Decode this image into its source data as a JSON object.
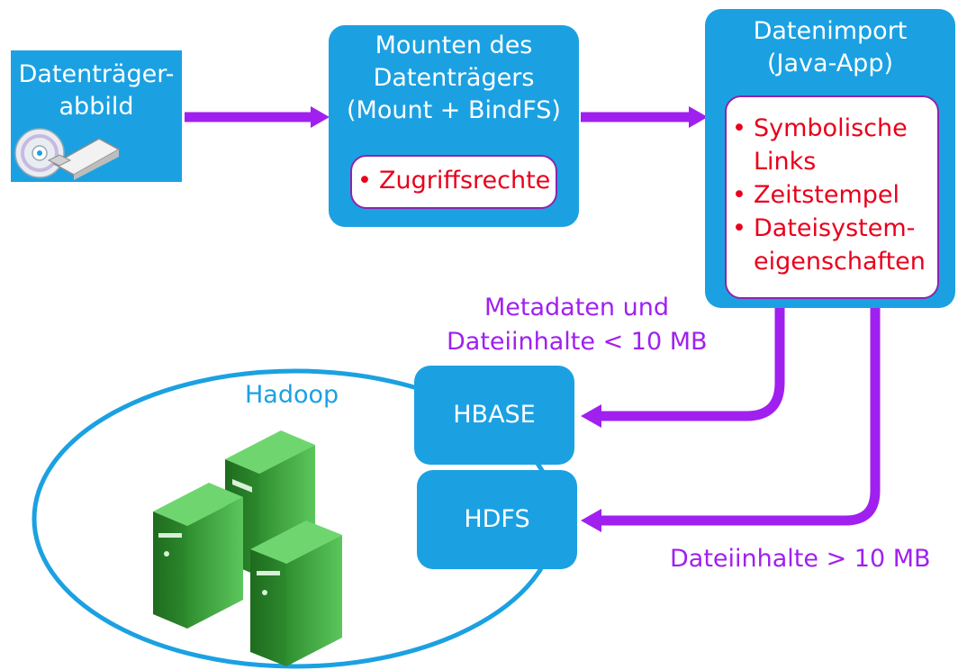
{
  "source": {
    "title_line1": "Datenträger-",
    "title_line2": "abbild"
  },
  "mount": {
    "title_line1": "Mounten des",
    "title_line2": "Datenträgers",
    "title_line3": "(Mount + BindFS)",
    "items": [
      "Zugriffsrechte"
    ]
  },
  "import": {
    "title_line1": "Datenimport",
    "title_line2": "(Java-App)",
    "items": [
      "Symbolische",
      "Links",
      "Zeitstempel",
      "Dateisystem-",
      "eigenschaften"
    ]
  },
  "hadoop": {
    "label": "Hadoop"
  },
  "hbase": {
    "label": "HBASE"
  },
  "hdfs": {
    "label": "HDFS"
  },
  "edges": {
    "to_hbase_line1": "Metadaten und",
    "to_hbase_line2": "Dateiinhalte < 10 MB",
    "to_hdfs": "Dateiinhalte > 10 MB"
  },
  "colors": {
    "box": "#1ba1e2",
    "arrow": "#a020f0",
    "bullet_text": "#e8001c",
    "server": "#3cb043",
    "cluster_outline": "#1ba1e2"
  },
  "icons": [
    "cd-icon",
    "usb-drive-icon",
    "server-icon"
  ]
}
